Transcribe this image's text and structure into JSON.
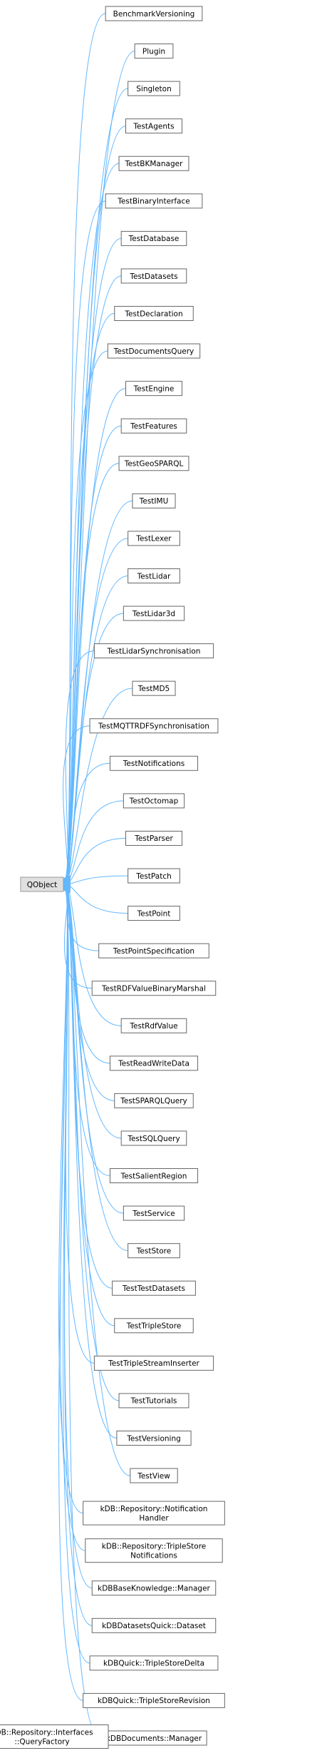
{
  "root": {
    "label": "QObject"
  },
  "classes": [
    [
      "BenchmarkVersioning"
    ],
    [
      "Plugin"
    ],
    [
      "Singleton"
    ],
    [
      "TestAgents"
    ],
    [
      "TestBKManager"
    ],
    [
      "TestBinaryInterface"
    ],
    [
      "TestDatabase"
    ],
    [
      "TestDatasets"
    ],
    [
      "TestDeclaration"
    ],
    [
      "TestDocumentsQuery"
    ],
    [
      "TestEngine"
    ],
    [
      "TestFeatures"
    ],
    [
      "TestGeoSPARQL"
    ],
    [
      "TestIMU"
    ],
    [
      "TestLexer"
    ],
    [
      "TestLidar"
    ],
    [
      "TestLidar3d"
    ],
    [
      "TestLidarSynchronisation"
    ],
    [
      "TestMD5"
    ],
    [
      "TestMQTTRDFSynchronisation"
    ],
    [
      "TestNotifications"
    ],
    [
      "TestOctomap"
    ],
    [
      "TestParser"
    ],
    [
      "TestPatch"
    ],
    [
      "TestPoint"
    ],
    [
      "TestPointSpecification"
    ],
    [
      "TestRDFValueBinaryMarshal"
    ],
    [
      "TestRdfValue"
    ],
    [
      "TestReadWriteData"
    ],
    [
      "TestSPARQLQuery"
    ],
    [
      "TestSQLQuery"
    ],
    [
      "TestSalientRegion"
    ],
    [
      "TestService"
    ],
    [
      "TestStore"
    ],
    [
      "TestTestDatasets"
    ],
    [
      "TestTripleStore"
    ],
    [
      "TestTripleStreamInserter"
    ],
    [
      "TestTutorials"
    ],
    [
      "TestVersioning"
    ],
    [
      "TestView"
    ],
    [
      "kDB::Repository::Notification",
      "Handler"
    ],
    [
      "kDB::Repository::TripleStore",
      "Notifications"
    ],
    [
      "kDBBaseKnowledge::Manager"
    ],
    [
      "kDBDatasetsQuick::Dataset"
    ],
    [
      "kDBQuick::TripleStoreDelta"
    ],
    [
      "kDBQuick::TripleStoreRevision"
    ],
    [
      "kDBDocuments::Manager"
    ]
  ],
  "extra": {
    "lines": [
      "kDB::Repository::Interfaces",
      "::QueryFactory"
    ],
    "target": "kDBDocuments::Manager"
  },
  "colors": {
    "inherit_edge": "#63b8ff",
    "usage_edge": "#8b1a1a",
    "root_fill": "#e0e0e0",
    "box_border": "#666666"
  }
}
